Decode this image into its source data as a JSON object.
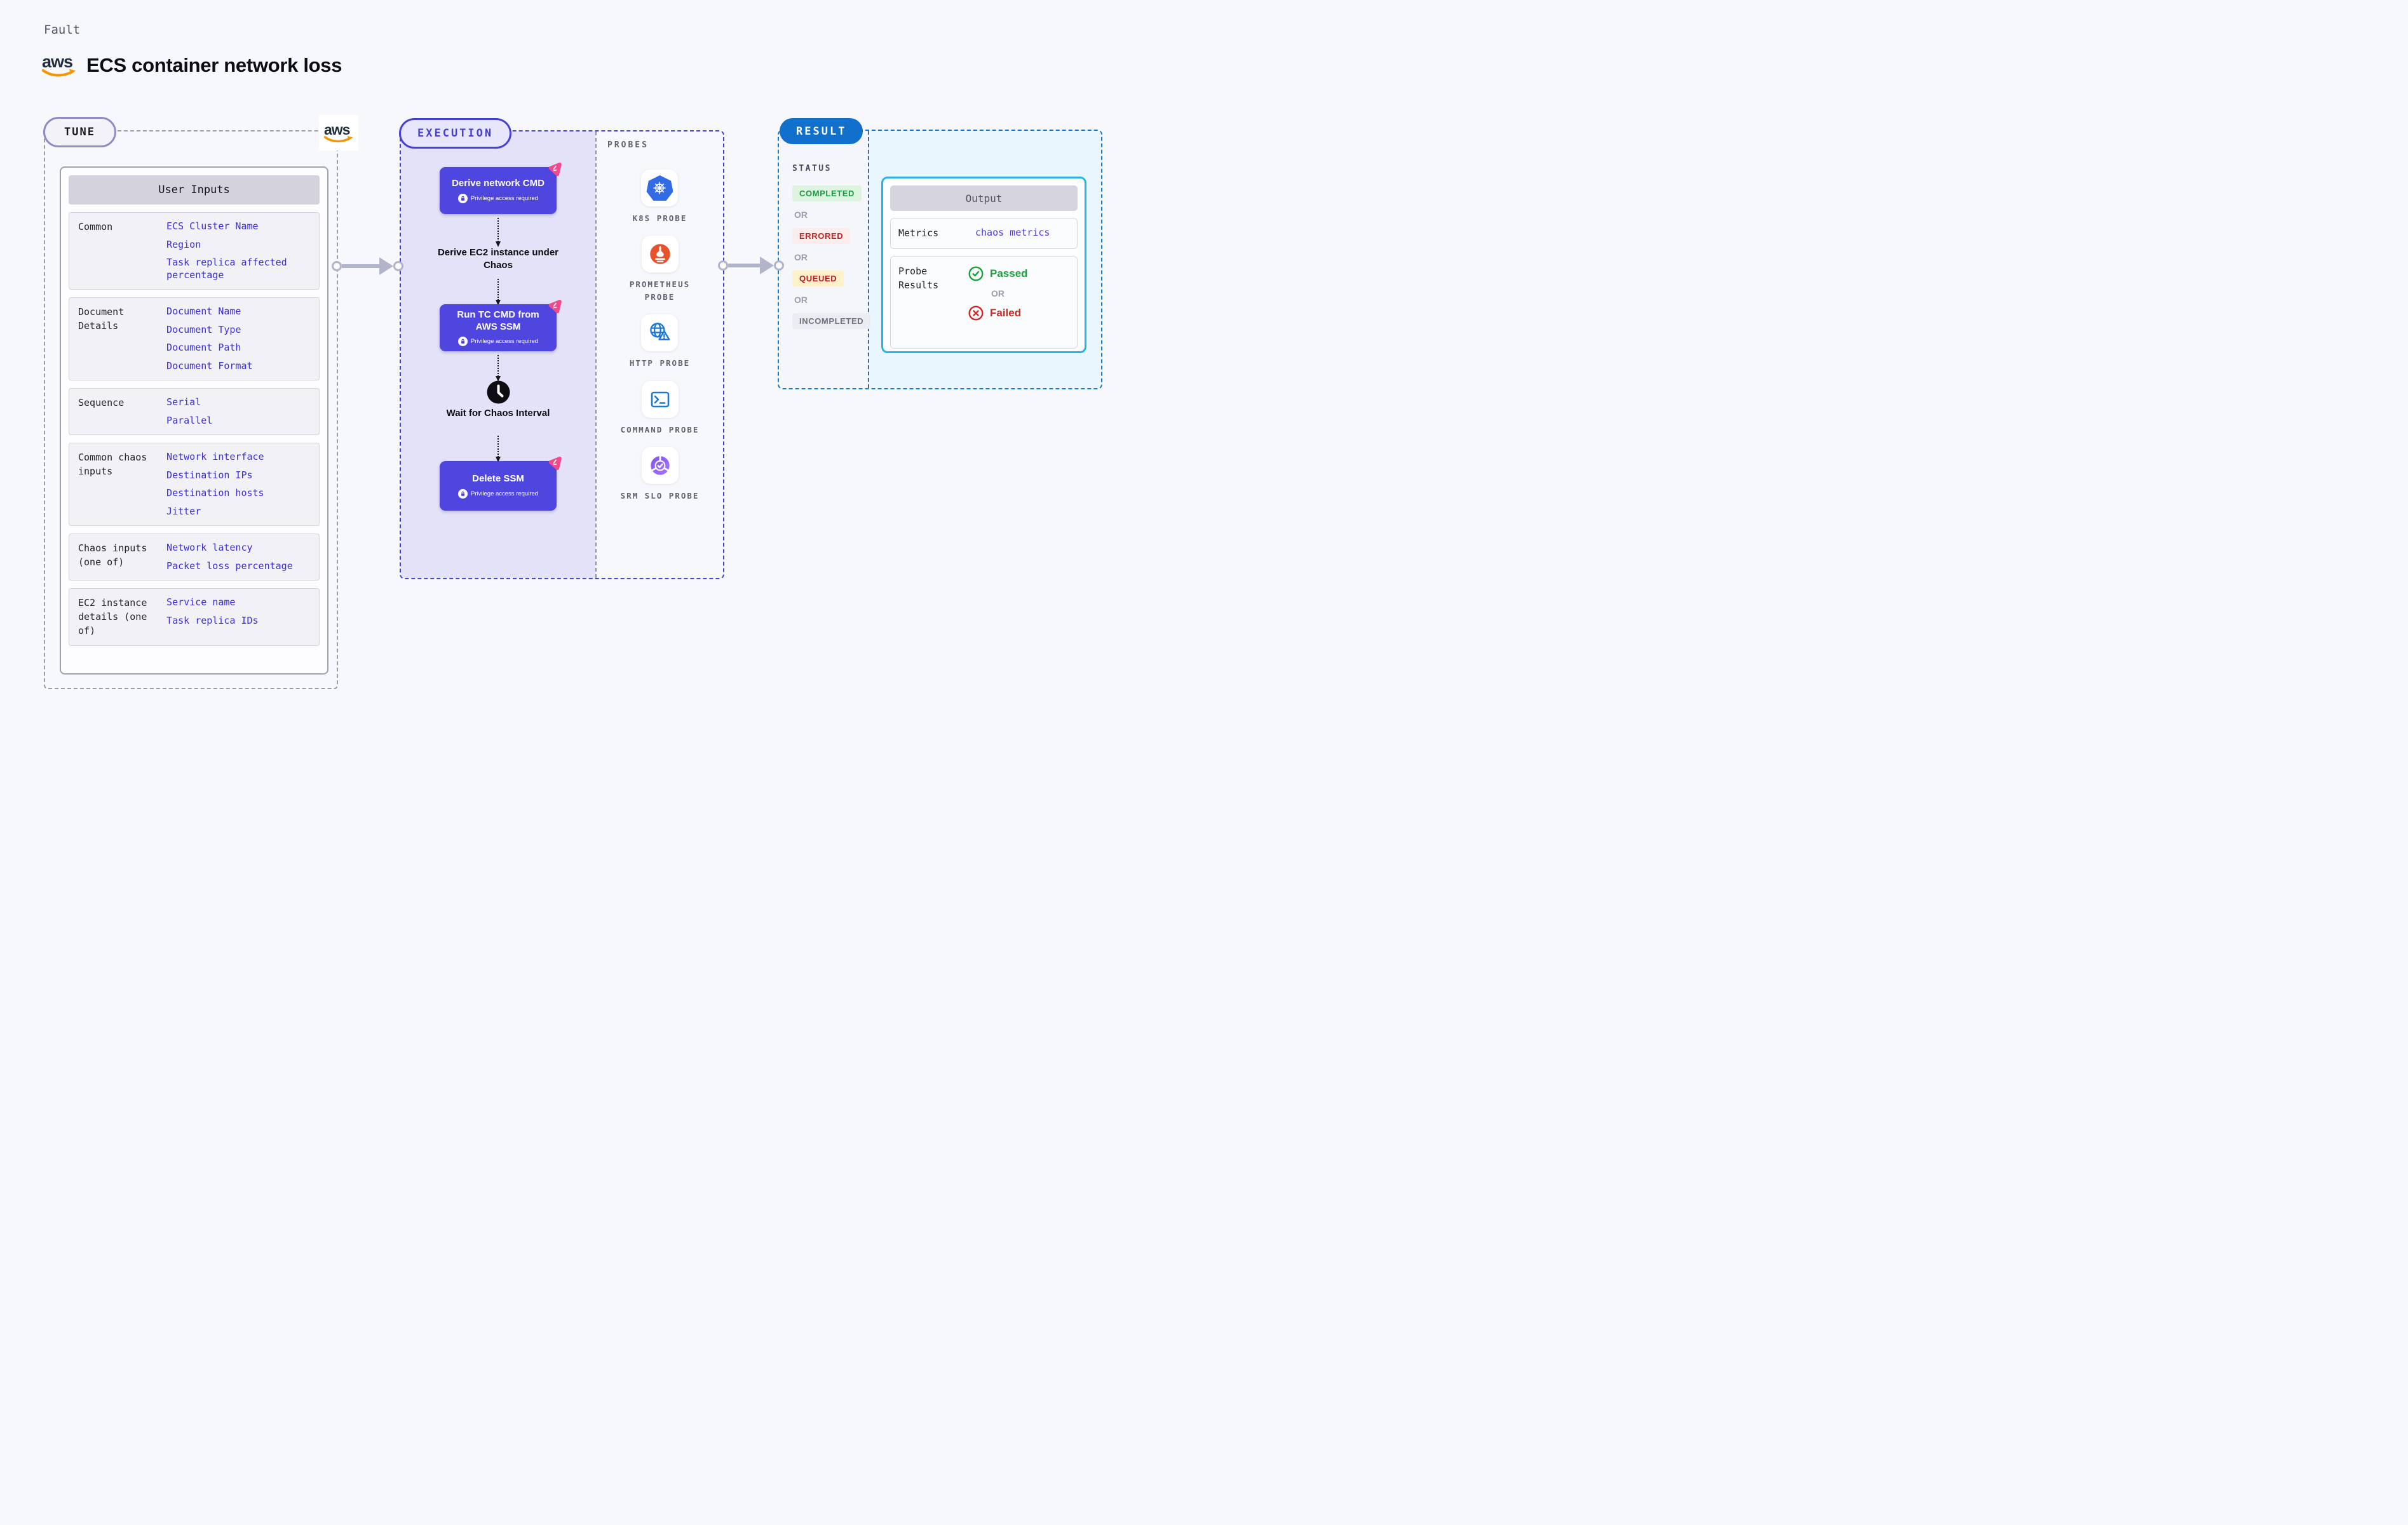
{
  "header": {
    "fault_label": "Fault",
    "title": "ECS container network loss",
    "aws_logo_text": "aws"
  },
  "tune": {
    "pill": "TUNE",
    "table_header": "User Inputs",
    "rows": [
      {
        "label": "Common",
        "links": [
          "ECS Cluster Name",
          "Region",
          "Task replica affected percentage"
        ]
      },
      {
        "label": "Document Details",
        "links": [
          "Document Name",
          "Document Type",
          "Document Path",
          "Document Format"
        ]
      },
      {
        "label": "Sequence",
        "links": [
          "Serial",
          "Parallel"
        ]
      },
      {
        "label": "Common chaos inputs",
        "links": [
          "Network interface",
          "Destination IPs",
          "Destination hosts",
          "Jitter"
        ]
      },
      {
        "label": "Chaos inputs (one of)",
        "links": [
          "Network latency",
          "Packet loss percentage"
        ]
      },
      {
        "label": "EC2 instance details (one of)",
        "links": [
          "Service name",
          "Task replica IDs"
        ]
      }
    ]
  },
  "execution": {
    "pill": "EXECUTION",
    "privilege_label": "Privilege access required",
    "steps": [
      {
        "label": "Derive network CMD"
      },
      {
        "label": "Run TC CMD from AWS SSM"
      },
      {
        "label": "Delete SSM"
      }
    ],
    "derive_text": "Derive EC2 instance under Chaos",
    "wait_text": "Wait for Chaos Interval"
  },
  "probes": {
    "label": "PROBES",
    "items": [
      {
        "name": "k8s-probe",
        "label": "K8S PROBE"
      },
      {
        "name": "prometheus-probe",
        "label": "PROMETHEUS PROBE"
      },
      {
        "name": "http-probe",
        "label": "HTTP PROBE"
      },
      {
        "name": "command-probe",
        "label": "COMMAND PROBE"
      },
      {
        "name": "srm-slo-probe",
        "label": "SRM SLO PROBE"
      }
    ]
  },
  "result": {
    "pill": "RESULT",
    "status_label": "STATUS",
    "or_label": "OR",
    "statuses": [
      {
        "label": "COMPLETED",
        "bg": "#ddf4e1",
        "color": "#1c9a40"
      },
      {
        "label": "ERRORED",
        "bg": "#fcecec",
        "color": "#c92222"
      },
      {
        "label": "QUEUED",
        "bg": "#fcf1c9",
        "color": "#bf1822"
      },
      {
        "label": "INCOMPLETED",
        "bg": "#ebedf3",
        "color": "#6e7280"
      }
    ],
    "output": {
      "header": "Output",
      "metrics_label": "Metrics",
      "metrics_link": "chaos metrics",
      "probe_results_label": "Probe Results",
      "passed": "Passed",
      "failed": "Failed"
    }
  },
  "colors": {
    "accent_indigo": "#4f46e0",
    "accent_pink": "#f2498a",
    "result_blue": "#1070cc",
    "cyan_border": "#27b3e6",
    "link_blue": "#3b2de0",
    "kubernetes_blue": "#326ce5",
    "prometheus_orange": "#e6522c",
    "passed_green": "#18a03a",
    "failed_red": "#d32821"
  }
}
